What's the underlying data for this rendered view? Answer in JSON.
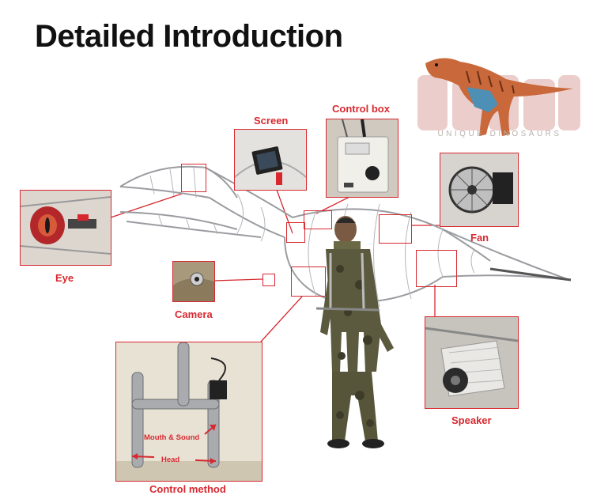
{
  "page": {
    "title": "Detailed Introduction"
  },
  "logo": {
    "tagline": "UNIQUE DINOSAURS",
    "icon": "raptor-dinosaur-icon"
  },
  "callouts": {
    "eye": "Eye",
    "screen": "Screen",
    "control_box": "Control box",
    "fan": "Fan",
    "camera": "Camera",
    "speaker": "Speaker",
    "control_method": "Control method"
  },
  "control_method_notes": {
    "mouth_sound": "Mouth & Sound",
    "head": "Head"
  },
  "colors": {
    "accent": "#d7282f",
    "title": "#111111",
    "frame_steel": "#9a9ca0",
    "camouflage": "#5c5a3e"
  }
}
